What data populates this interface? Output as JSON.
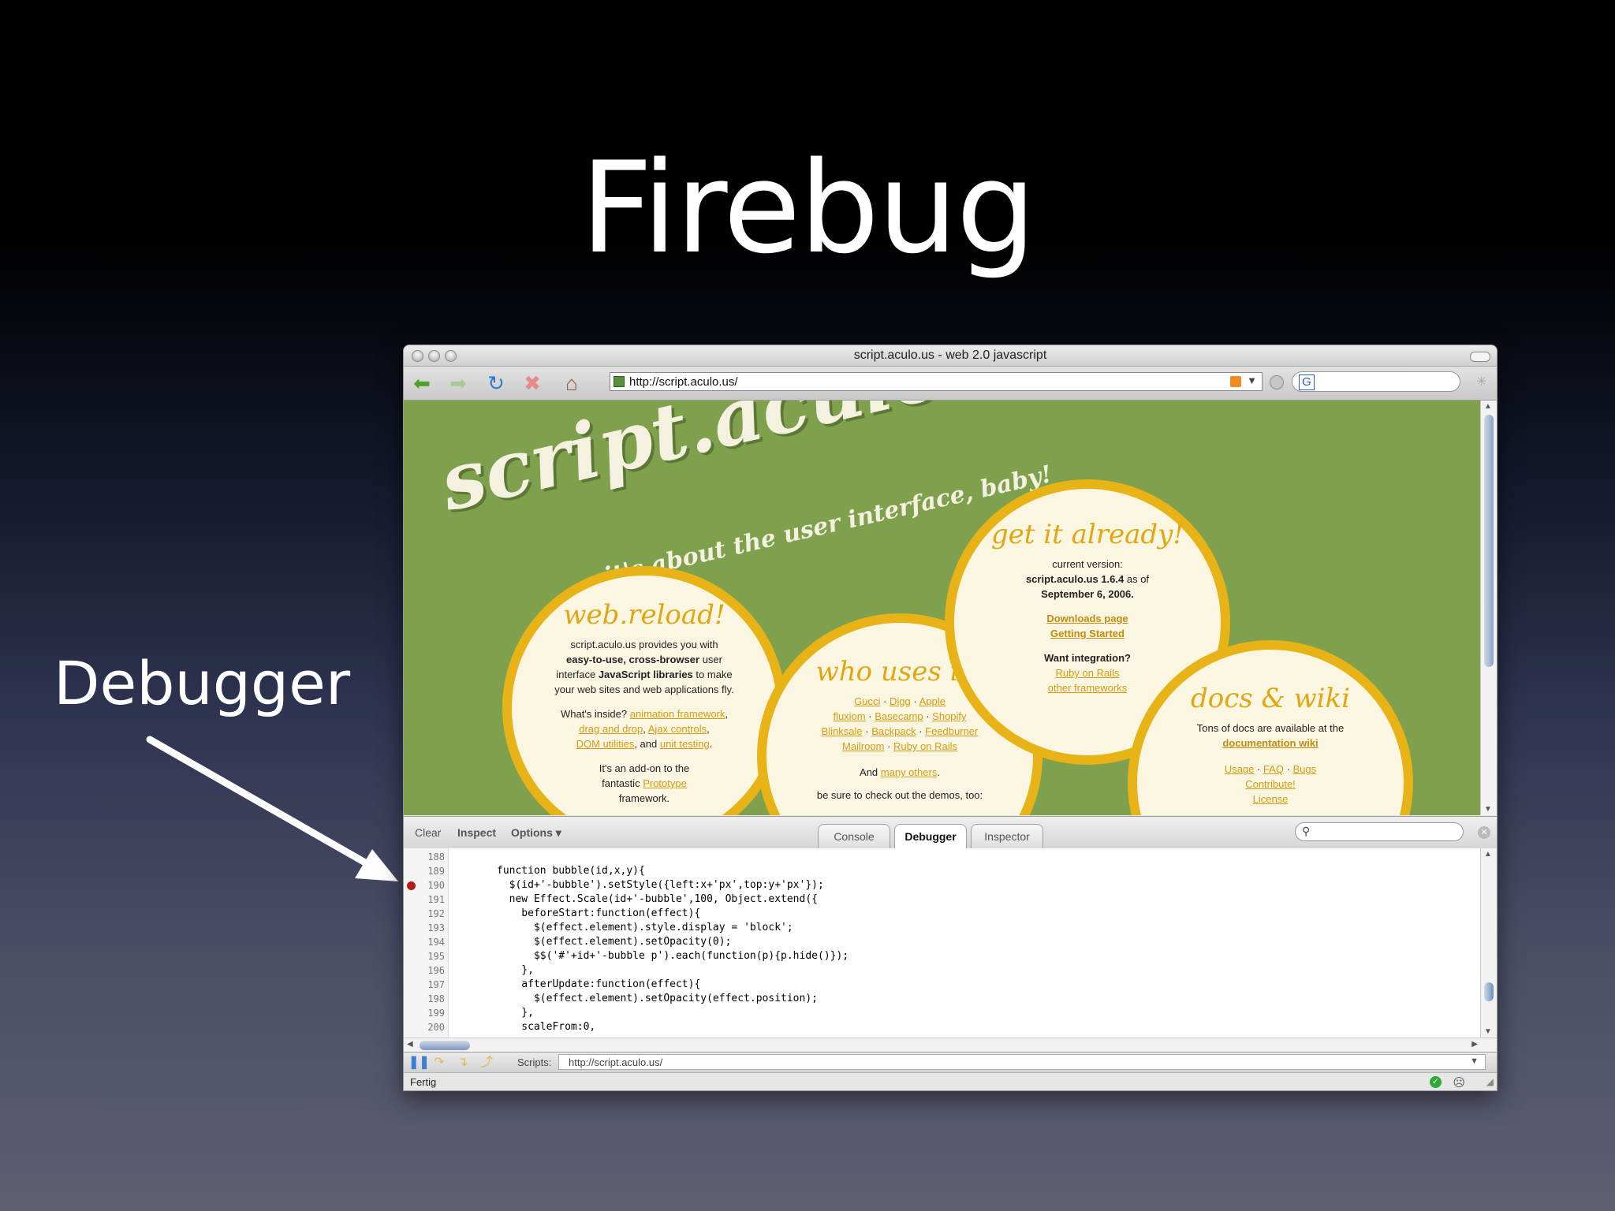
{
  "slide": {
    "title": "Firebug",
    "side_label": "Debugger"
  },
  "browser": {
    "window_title": "script.aculo.us - web 2.0 javascript",
    "url": "http://script.aculo.us/",
    "search_engine_glyph": "G",
    "icons": [
      "back-icon",
      "forward-icon",
      "reload-icon",
      "stop-icon",
      "home-icon",
      "rss-icon",
      "go-icon",
      "throbber-icon"
    ]
  },
  "page": {
    "logo": "script.aculo.us",
    "tagline": "it's about the user interface, baby!",
    "web_reload": {
      "title": "web.reload!",
      "intro_1": "script.aculo.us provides you with",
      "intro_2a": "easy-to-use, cross-browser",
      "intro_2b": " user",
      "intro_3a": "interface ",
      "intro_3b": "JavaScript libraries",
      "intro_3c": " to make",
      "intro_4": "your web sites and web applications fly.",
      "inside_label": "What's inside? ",
      "link_animation": "animation framework",
      "link_dragdrop": "drag and drop",
      "link_ajax": "Ajax controls",
      "link_dom": "DOM utilities",
      "and_text": ", and ",
      "link_unit": "unit testing",
      "addon_1": "It's an add-on to the",
      "addon_2": "fantastic ",
      "link_prototype": "Prototype",
      "addon_3": "framework."
    },
    "who_uses": {
      "title": "who uses it?",
      "row1": [
        "Gucci",
        "Digg",
        "Apple"
      ],
      "row2": [
        "fluxiom",
        "Basecamp",
        "Shopify"
      ],
      "row3": [
        "Blinksale",
        "Backpack",
        "Feedburner"
      ],
      "row4": [
        "Mailroom",
        "Ruby on Rails"
      ],
      "and_text": "And ",
      "link_others": "many others",
      "demos_text": "be sure to check out the demos, too:"
    },
    "get_it": {
      "title": "get it already!",
      "current_label": "current version:",
      "version_text": "script.aculo.us 1.6.4",
      "as_of": " as of",
      "date": "September 6, 2006.",
      "link_downloads": "Downloads page",
      "link_getting_started": "Getting Started",
      "integration": "Want integration?",
      "link_rails": "Ruby on Rails",
      "link_other": "other frameworks"
    },
    "docs": {
      "title": "docs & wiki",
      "text": "Tons of docs are available at the",
      "link_wiki": "documentation wiki",
      "links": [
        "Usage",
        "FAQ",
        "Bugs"
      ],
      "link_contribute": "Contribute!",
      "link_license": "License"
    }
  },
  "firebug": {
    "toolbar": {
      "clear": "Clear",
      "inspect": "Inspect",
      "options": "Options ▾"
    },
    "tabs": [
      "Console",
      "Debugger",
      "Inspector"
    ],
    "active_tab": "Debugger",
    "code_lines": [
      {
        "n": "188",
        "code": ""
      },
      {
        "n": "189",
        "code": "function bubble(id,x,y){"
      },
      {
        "n": "190",
        "code": "  $(id+'-bubble').setStyle({left:x+'px',top:y+'px'});"
      },
      {
        "n": "191",
        "code": "  new Effect.Scale(id+'-bubble',100, Object.extend({"
      },
      {
        "n": "192",
        "code": "    beforeStart:function(effect){"
      },
      {
        "n": "193",
        "code": "      $(effect.element).style.display = 'block';"
      },
      {
        "n": "194",
        "code": "      $(effect.element).setOpacity(0);"
      },
      {
        "n": "195",
        "code": "      $$('#'+id+'-bubble p').each(function(p){p.hide()});"
      },
      {
        "n": "196",
        "code": "    },"
      },
      {
        "n": "197",
        "code": "    afterUpdate:function(effect){"
      },
      {
        "n": "198",
        "code": "      $(effect.element).setOpacity(effect.position);"
      },
      {
        "n": "199",
        "code": "    },"
      },
      {
        "n": "200",
        "code": "    scaleFrom:0,"
      }
    ],
    "breakpoint_line": "190",
    "scripts_label": "Scripts:",
    "scripts_url": "http://script.aculo.us/"
  },
  "status": {
    "text": "Fertig"
  }
}
